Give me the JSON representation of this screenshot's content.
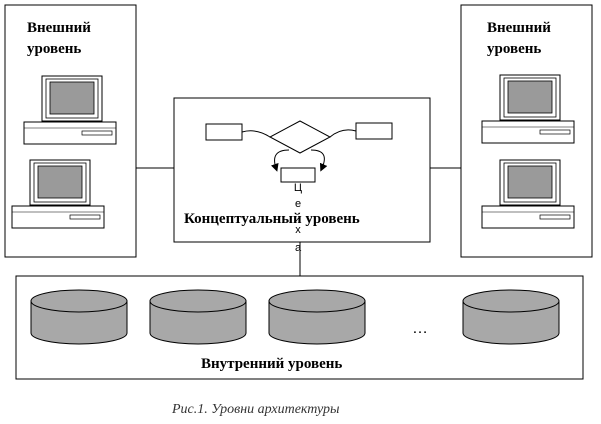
{
  "diagram": {
    "external_left": {
      "line1": "Внешний",
      "line2": "уровень"
    },
    "external_right": {
      "line1": "Внешний",
      "line2": "уровень"
    },
    "conceptual": {
      "label": "Концептуальный уровень",
      "schema_letters": [
        "Ц",
        "е",
        "х",
        "а"
      ]
    },
    "internal": {
      "label": "Внутренний уровень",
      "ellipsis": "…"
    },
    "caption": "Рис.1. Уровни архитектуры"
  }
}
